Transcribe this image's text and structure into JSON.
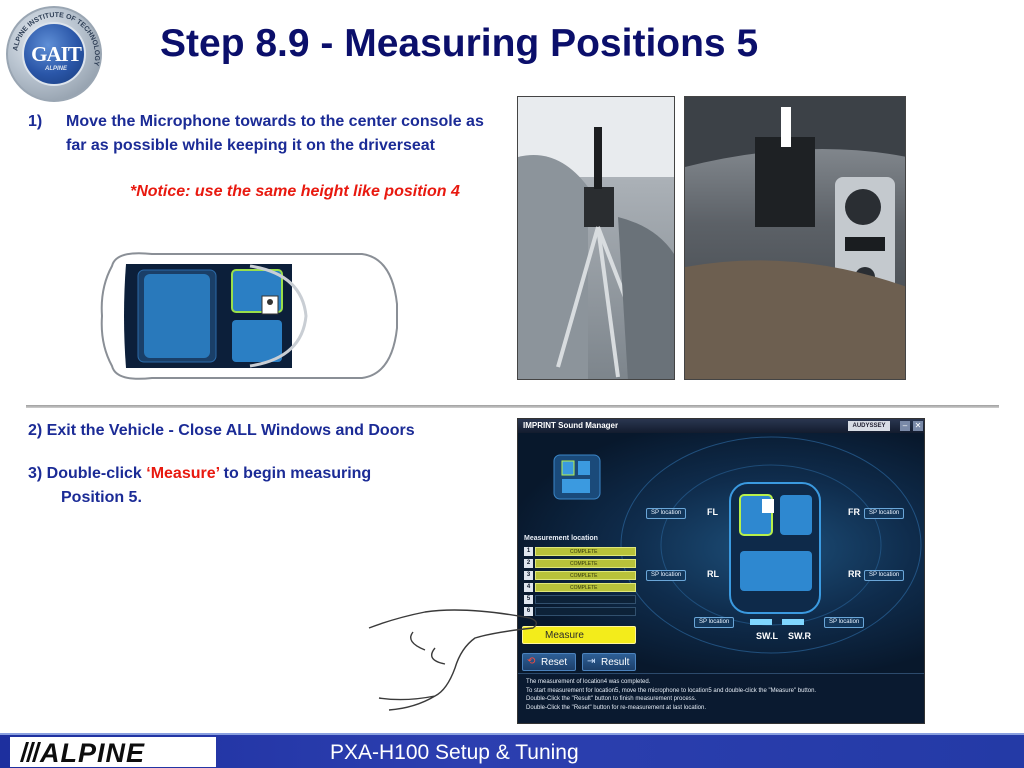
{
  "header": {
    "title": "Step 8.9 - Measuring Positions 5",
    "logo_text": "GAIT",
    "logo_ring_text": "ALPINE INSTITUTE OF TECHNOLOGY",
    "logo_sub": "ALPINE"
  },
  "step1": {
    "number": "1)",
    "text": "Move the Microphone towards to the center console as far as possible while keeping it on the driverseat",
    "notice": "*Notice: use the same height like position 4"
  },
  "step2": {
    "text": "2) Exit the Vehicle - Close ALL Windows and Doors"
  },
  "step3": {
    "prefix": "3) Double-click ",
    "highlight": "‘Measure’",
    "suffix": " to begin measuring",
    "line2": "Position 5."
  },
  "app": {
    "title": "IMPRINT Sound Manager",
    "brand": "AUDYSSEY",
    "minimize": "–",
    "close": "✕",
    "measurement_title": "Measurement location",
    "rows": [
      {
        "index": "1",
        "status": "complete",
        "value": "COMPLETE"
      },
      {
        "index": "2",
        "status": "complete",
        "value": "COMPLETE"
      },
      {
        "index": "3",
        "status": "complete",
        "value": "COMPLETE"
      },
      {
        "index": "4",
        "status": "complete",
        "value": "COMPLETE"
      },
      {
        "index": "5",
        "status": "empty",
        "value": ""
      },
      {
        "index": "6",
        "status": "empty",
        "value": ""
      }
    ],
    "measure_label": "Measure",
    "reset_label": "Reset",
    "result_label": "Result",
    "speakers": {
      "fl": "FL",
      "fr": "FR",
      "rl": "RL",
      "rr": "RR",
      "swl": "SW.L",
      "swr": "SW.R",
      "sp_location": "SP location"
    },
    "messages": [
      "The measurement of location4 was completed.",
      "To start measurement for location5, move the microphone to location5 and double-click the \"Measure\" button.",
      "Double-Click the \"Result\" button to finish measurement process.",
      "Double-Click the \"Reset\" button for re-measurement at last location."
    ]
  },
  "footer": {
    "brand": "ALPINE",
    "text": "PXA-H100 Setup & Tuning"
  },
  "colors": {
    "title": "#0b0f6b",
    "text": "#1b2b96",
    "highlight": "#e8190f",
    "footer": "#2c3fb0",
    "measure_button": "#f3ec1b"
  }
}
